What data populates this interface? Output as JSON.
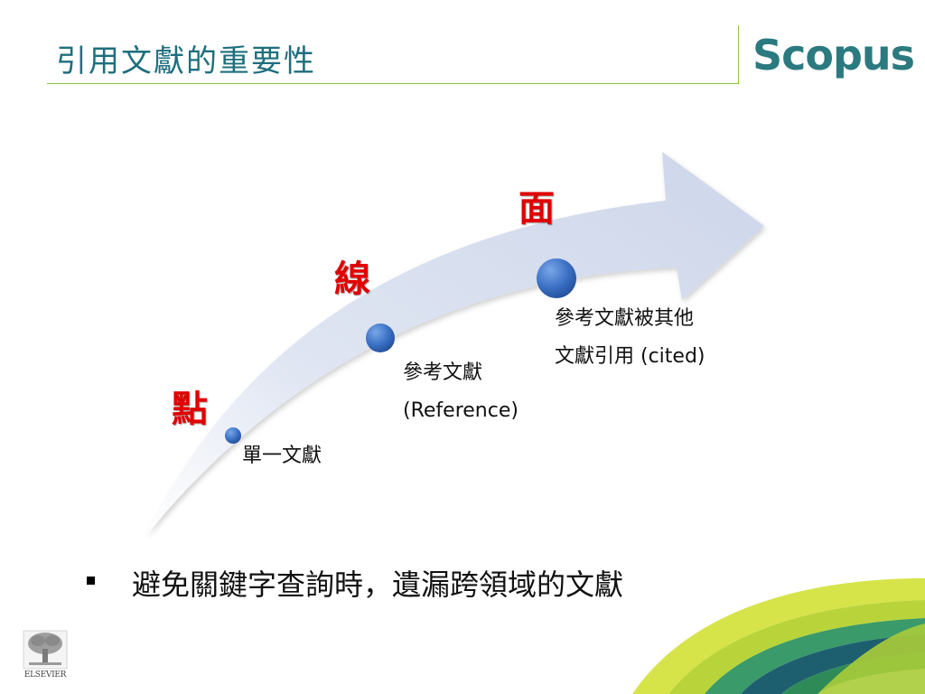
{
  "slide": {
    "title": "引用文獻的重要性",
    "logo_text": "Scopus",
    "publisher_logo_text": "ELSEVIER"
  },
  "diagram": {
    "stages": [
      {
        "label": "點",
        "caption": [
          "單一文獻"
        ]
      },
      {
        "label": "線",
        "caption": [
          "參考文獻",
          "(Reference)"
        ]
      },
      {
        "label": "面",
        "caption": [
          "參考文獻被其他",
          "文獻引用 (cited)"
        ]
      }
    ]
  },
  "bullet": {
    "text": "避免關鍵字查詢時，遺漏跨領域的文獻"
  },
  "colors": {
    "title": "#1e6f7d",
    "rule": "#8dc63f",
    "stage_label": "#e00000",
    "node": "#3a6fc4",
    "arrow": "#dde3f0",
    "swoosh_yellow": "#cfe03a",
    "swoosh_green": "#2e8b57",
    "swoosh_teal": "#1e5f6f"
  }
}
